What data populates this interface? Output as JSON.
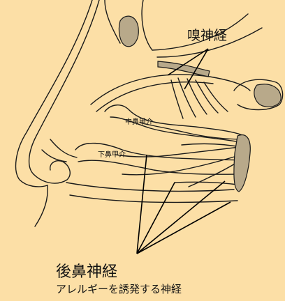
{
  "labels": {
    "olfactory_nerve": "嗅神経",
    "middle_turbinate": "中鼻甲介",
    "inferior_turbinate": "下鼻甲介",
    "posterior_nasal_nerve": "後鼻神経",
    "posterior_nasal_nerve_note": "アレルギーを誘発する神経"
  },
  "colors": {
    "background": "#fcdfa6",
    "line": "#1a1a1a",
    "bone_fill": "#b8a98a",
    "leader_line": "#000000"
  }
}
